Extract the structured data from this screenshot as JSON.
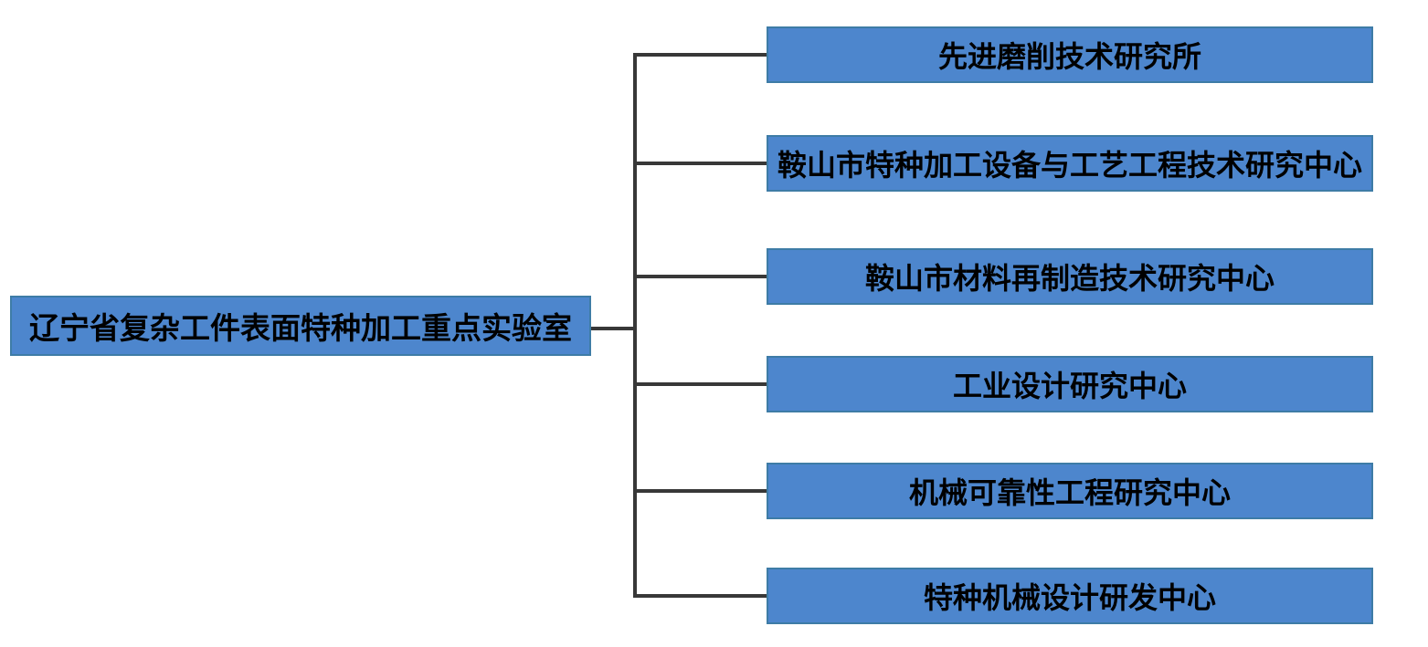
{
  "diagram": {
    "type": "org-chart",
    "root": {
      "label": "辽宁省复杂工件表面特种加工重点实验室"
    },
    "children": [
      {
        "label": "先进磨削技术研究所"
      },
      {
        "label": "鞍山市特种加工设备与工艺工程技术研究中心"
      },
      {
        "label": "鞍山市材料再制造技术研究中心"
      },
      {
        "label": "工业设计研究中心"
      },
      {
        "label": "机械可靠性工程研究中心"
      },
      {
        "label": "特种机械设计研发中心"
      }
    ]
  },
  "colors": {
    "box_fill": "#4d86cd",
    "box_border": "#3e7ca6",
    "connector_line": "#383838",
    "text": "#000000",
    "background": "#ffffff"
  }
}
